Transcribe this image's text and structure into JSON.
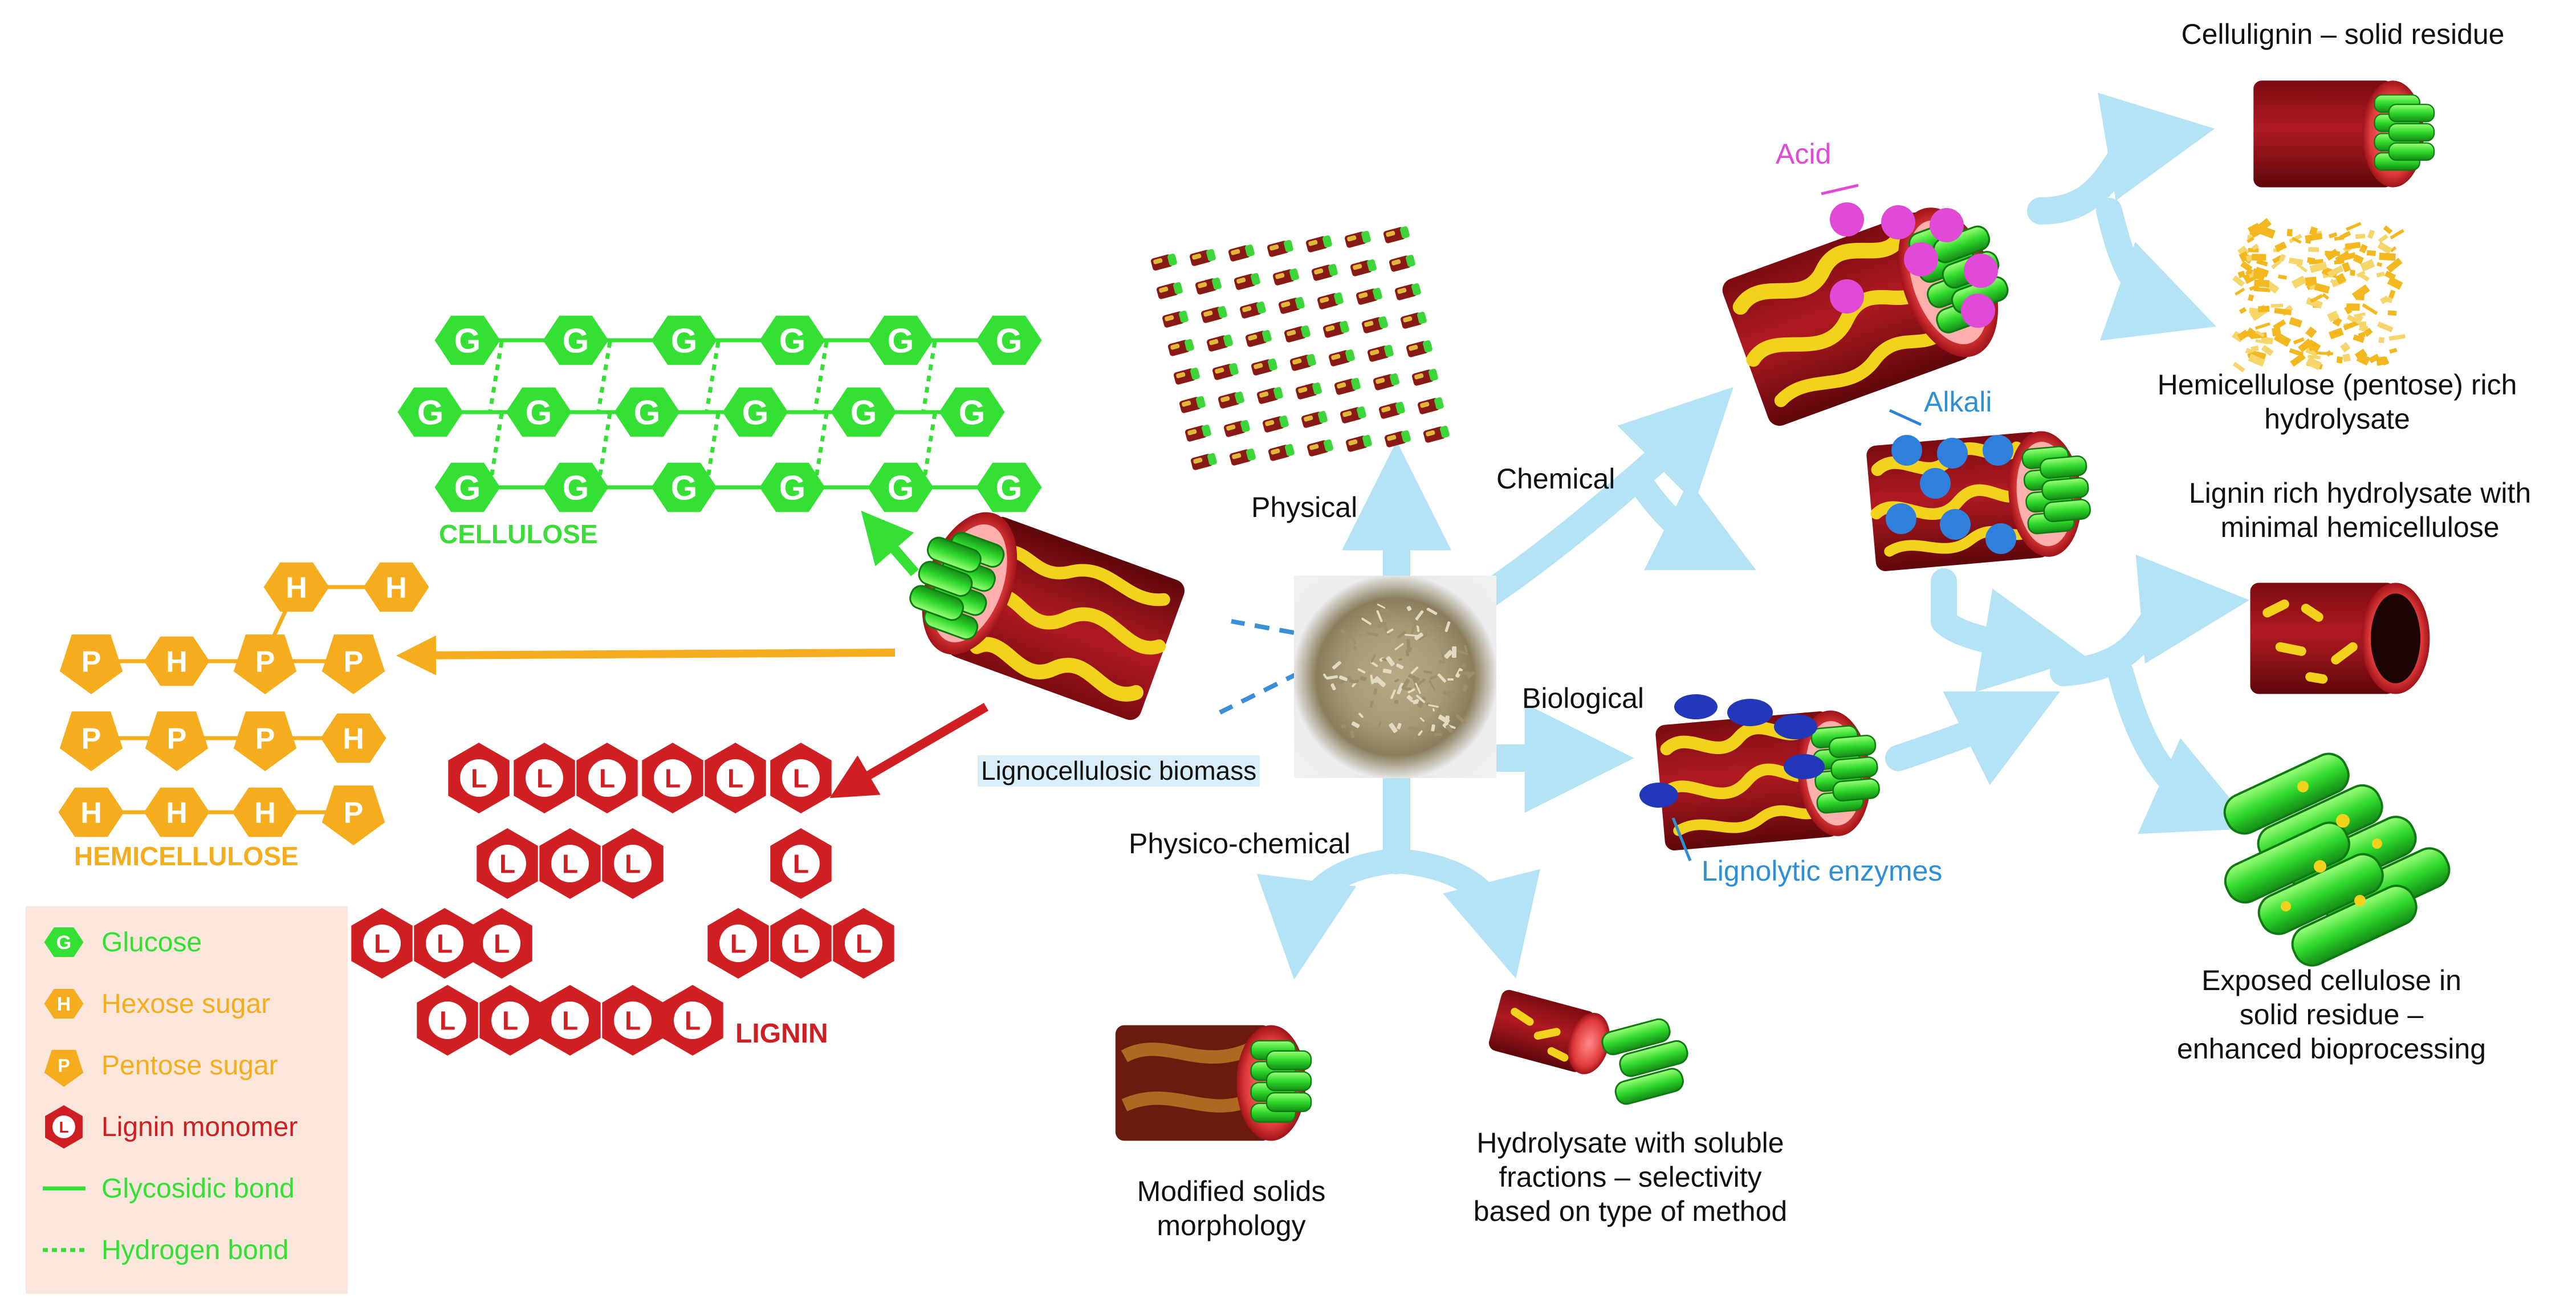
{
  "colors": {
    "cellulose": "#33e033",
    "hemicellulose": "#f5ad1e",
    "lignin": "#cf1f22",
    "arrow_blue": "#b5e3f6",
    "acid": "#e04ad6",
    "alkali": "#2f7fdc",
    "enzyme_label": "#2e8fd4",
    "legend_bg": "#fbe6dc"
  },
  "glyphs": {
    "glucose": "G",
    "hexose": "H",
    "pentose": "P",
    "lignin": "L"
  },
  "labels": {
    "cellulose": "CELLULOSE",
    "hemicellulose": "HEMICELLULOSE",
    "lignin": "LIGNIN",
    "biomass": "Lignocellulosic biomass",
    "physical": "Physical",
    "chemical": "Chemical",
    "biological": "Biological",
    "physico_chemical": "Physico-chemical",
    "acid": "Acid",
    "alkali": "Alkali",
    "lignolytic_enzymes": "Lignolytic enzymes"
  },
  "outcomes": {
    "cellulignin": "Cellulignin – solid residue",
    "hemicellulose_hydrolysate": [
      "Hemicellulose (pentose) rich",
      "hydrolysate"
    ],
    "lignin_hydrolysate": [
      "Lignin rich hydrolysate with",
      "minimal hemicellulose"
    ],
    "exposed_cellulose": [
      "Exposed cellulose in",
      "solid residue –",
      "enhanced bioprocessing"
    ],
    "modified_solids": [
      "Modified solids",
      "morphology"
    ],
    "hydrolysate_soluble": [
      "Hydrolysate with soluble",
      "fractions – selectivity",
      "based on type of method"
    ]
  },
  "legend": [
    {
      "glyph": "G",
      "shape": "hexagon",
      "color": "#33e033",
      "text": "Glucose"
    },
    {
      "glyph": "H",
      "shape": "hexagon",
      "color": "#f5ad1e",
      "text": "Hexose sugar"
    },
    {
      "glyph": "P",
      "shape": "pentagon",
      "color": "#f5ad1e",
      "text": "Pentose sugar"
    },
    {
      "glyph": "L",
      "shape": "hexagon-vertical",
      "color": "#cf1f22",
      "text": "Lignin monomer"
    },
    {
      "glyph": "",
      "shape": "solid-line",
      "color": "#33e033",
      "text": "Glycosidic bond"
    },
    {
      "glyph": "",
      "shape": "dotted-line",
      "color": "#33e033",
      "text": "Hydrogen bond"
    }
  ]
}
